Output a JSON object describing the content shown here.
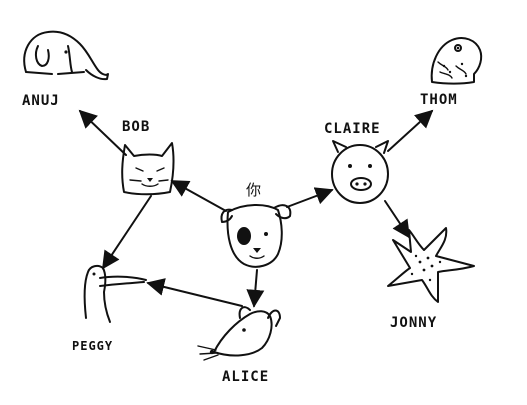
{
  "center_label": "你",
  "nodes": {
    "anuj": "ANUJ",
    "bob": "BOB",
    "claire": "CLAIRE",
    "thom": "THOM",
    "jonny": "JONNY",
    "peggy": "PEGGY",
    "alice": "ALICE"
  },
  "edges": [
    {
      "from": "你",
      "to": "BOB"
    },
    {
      "from": "你",
      "to": "CLAIRE"
    },
    {
      "from": "你",
      "to": "ALICE"
    },
    {
      "from": "BOB",
      "to": "ANUJ"
    },
    {
      "from": "BOB",
      "to": "PEGGY"
    },
    {
      "from": "ALICE",
      "to": "PEGGY"
    },
    {
      "from": "CLAIRE",
      "to": "THOM"
    },
    {
      "from": "CLAIRE",
      "to": "JONNY"
    }
  ]
}
